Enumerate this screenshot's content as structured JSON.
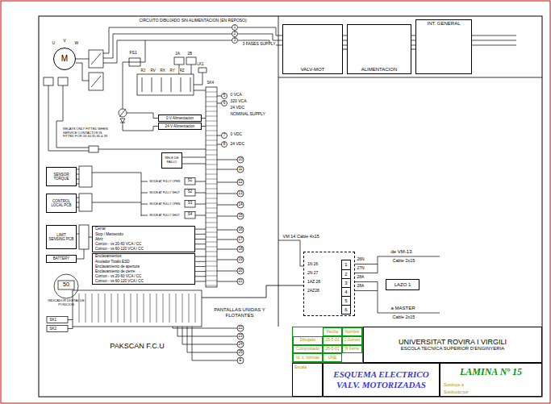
{
  "diagram": {
    "nodes": [
      {
        "text": [
          "VALV-MOT"
        ]
      },
      {
        "text": [
          "ALIMENTACION"
        ]
      },
      {
        "text": [
          "INT. GENERAL"
        ]
      },
      {
        "text": [
          "SENSOR TORQUE"
        ]
      },
      {
        "text": [
          "CONTROL LOCAL PCB"
        ]
      },
      {
        "text": [
          "LIMIT SENSING PCB"
        ]
      },
      {
        "text": [
          "BATTERY"
        ]
      },
      {
        "text": [
          "50",
          "INDICADOR DIGITAL DE POSICION"
        ]
      },
      {
        "text": [
          "Cerrar",
          "Stop / Mantenido",
          "Abrir",
          "Comun - vs 20-60 VCA / CC",
          "Comun - vs 60-120 VCA / CC"
        ]
      },
      {
        "text": [
          "Enclavamientos",
          "Anulador Totalo ESD",
          "Enclavamiento de apertura",
          "Enclavamiento de cierre",
          "Comun - vs 20-60 VCA / CC",
          "Comun - vs 60-120 VCA / CC"
        ]
      },
      {
        "text": [
          "PAKSCAN F.C.U"
        ]
      },
      {
        "text": [
          "0 V Alimentacion"
        ]
      },
      {
        "text": [
          "24 V Alimentacion"
        ]
      },
      {
        "text": [
          "RELE DE FALLO"
        ]
      },
      {
        "text": [
          "M"
        ]
      },
      {
        "text": [
          "1N 26",
          "2N 27",
          "1AZ 28",
          "2AZ28"
        ]
      },
      {
        "text": [
          "1",
          "2",
          "3",
          "4",
          "5",
          "6"
        ],
        "in": 15
      },
      {
        "text": [
          "LAZO 1"
        ]
      },
      {
        "text": [
          "Fecha",
          "Nombre",
          "Dibujado",
          "25-5-01",
          "J.Gomez",
          "Comprobado",
          "25-5-01",
          "R.Ferre",
          "Id. s. normas",
          "UNE"
        ]
      },
      {
        "text": [
          "UNIVERSITAT ROVIRA I VIRGILI",
          "ESCOLA TECNICA SUPERIOR D'ENGINYERIA"
        ]
      },
      {
        "text": [
          "Escala"
        ]
      },
      {
        "text": [
          "ESQUEMA ELECTRICO",
          "VALV. MOTORIZADAS"
        ]
      },
      {
        "text": [
          "LAMINA Nº 15",
          "Sustituye a",
          "Sustituido por"
        ]
      }
    ],
    "edges": [
      {
        "from": 0,
        "to": 1,
        "arrow": "none"
      },
      {
        "from": 1,
        "to": 2,
        "arrow": "none"
      },
      {
        "from": 10,
        "to": 15,
        "arrow": "none"
      }
    ],
    "labels": [
      "CIRCUITO DIBUJADO SIN ALIMENTACION (EN REPOSO)",
      "1",
      "2",
      "3",
      "3 FASES SUPPLY",
      "U",
      "V",
      "W",
      "FS1",
      "2A",
      "2B",
      "LK1",
      "RJ",
      "RV",
      "RX",
      "RY",
      "RZ",
      "SK4",
      "0 VCA",
      "320 VCA",
      "24 VDC",
      "NOMINAL SUPPLY",
      "5",
      "6",
      "0 VDC",
      "24 VDC",
      "7",
      "8",
      "RELAYS ONLY FITTED WHEN SERVICE CONTACTOR IS FITTED FOR 33,34,35,36 & 39",
      "MODE AT FULLY OPEN",
      "S1",
      "MODE AT FULLY SHUT",
      "S2",
      "MODE AT FULLY OPEN",
      "S3",
      "MODE AT FULLY SHUT",
      "S4",
      "10",
      "11",
      "12",
      "13",
      "14",
      "15",
      "16",
      "17",
      "18",
      "19",
      "20",
      "21",
      "22",
      "23",
      "24",
      "25",
      "E",
      "PANTALLAS UNIDAS Y FLOTANTES",
      "SK1",
      "SK2",
      "VM 14 Cable 4x15",
      "26N",
      "27N",
      "28A",
      "28A",
      "de VM-13",
      "Cable 2x15",
      "a MASTER",
      "Cable 2x15"
    ]
  }
}
